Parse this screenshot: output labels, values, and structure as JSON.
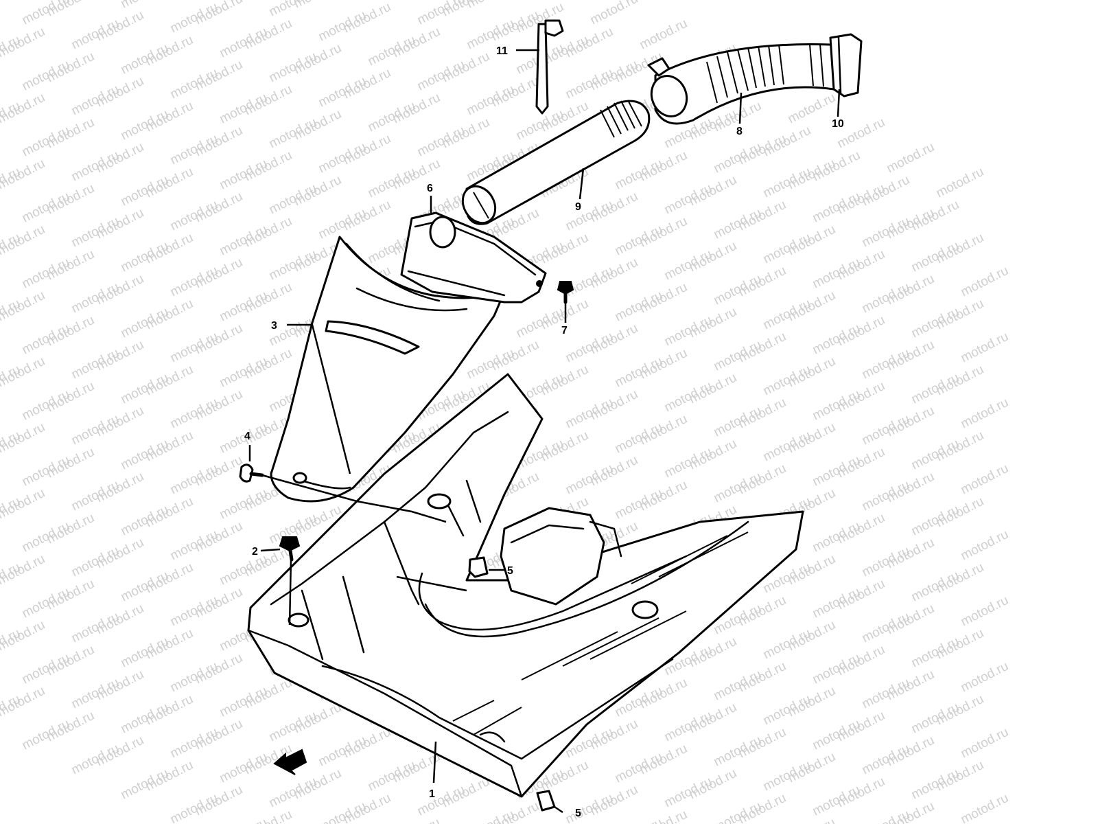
{
  "watermark": {
    "text": "motod.ru",
    "color": "#cfcfcf"
  },
  "diagram": {
    "callouts": [
      {
        "id": "c1",
        "label": "1"
      },
      {
        "id": "c2",
        "label": "2"
      },
      {
        "id": "c3",
        "label": "3"
      },
      {
        "id": "c4",
        "label": "4"
      },
      {
        "id": "c5a",
        "label": "5"
      },
      {
        "id": "c5b",
        "label": "5"
      },
      {
        "id": "c6",
        "label": "6"
      },
      {
        "id": "c7",
        "label": "7"
      },
      {
        "id": "c8",
        "label": "8"
      },
      {
        "id": "c9",
        "label": "9"
      },
      {
        "id": "c10",
        "label": "10"
      },
      {
        "id": "c11",
        "label": "11"
      }
    ],
    "front_arrow_icon": "arrow-icon"
  }
}
